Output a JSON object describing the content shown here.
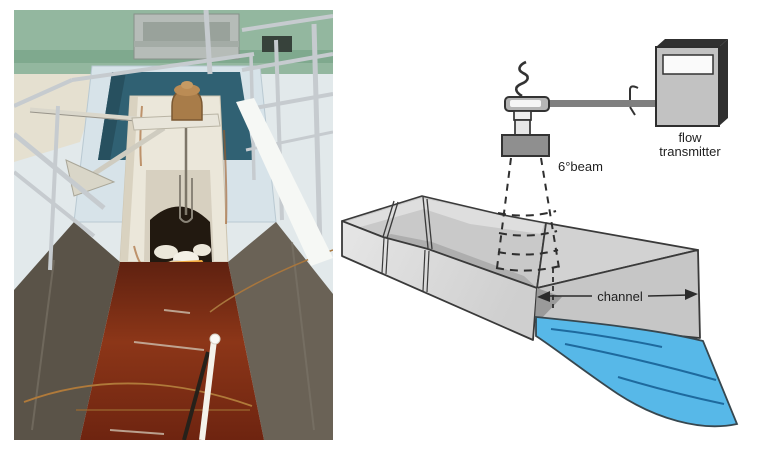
{
  "figure": {
    "description": "Open-channel flume flow measurement: installation photo and ultrasonic level sensor diagram"
  },
  "photo": {
    "description": "flume channel installation with ultrasonic sensor over reddish wastewater",
    "colors": {
      "green_wall": "#93b79f",
      "teal_interior": "#306173",
      "concrete": "#e2e9eb",
      "flume_box": "#ebe7da",
      "channel_water": "#7c2b10",
      "orange_box": "#e08a1d"
    }
  },
  "diagram": {
    "labels": {
      "beam_angle": "6°beam",
      "transmitter_line1": "flow",
      "transmitter_line2": "transmitter",
      "channel": "channel"
    },
    "colors": {
      "water": "#57b8e8",
      "water_streak": "#1e6a9e",
      "outline": "#3a3a3a",
      "flume_light": "#e0e0e0",
      "flume_mid": "#c9c9c9",
      "flume_dark": "#9a9a9a",
      "transmitter_front": "#c2c2c2",
      "transmitter_side": "#303030",
      "sensor_head": "#8f8f8f",
      "arm": "#7f7f7f"
    }
  }
}
